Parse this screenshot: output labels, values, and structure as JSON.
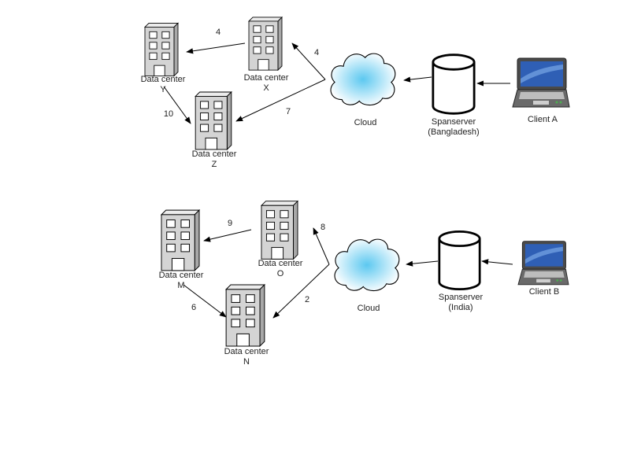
{
  "colors": {
    "building_face": "#d4d4d4",
    "building_side": "#a8a8a8",
    "cloud_center": "#5cc8f0",
    "line": "#000000",
    "laptop_screen": "#2f5fb5"
  },
  "top_group": {
    "client": "Client A",
    "spanserver": {
      "line1": "Spanserver",
      "line2": "(Bangladesh)"
    },
    "cloud": "Cloud",
    "dc_x": {
      "line1": "Data center",
      "line2": "X"
    },
    "dc_y": {
      "line1": "Data center",
      "line2": "Y"
    },
    "dc_z": {
      "line1": "Data center",
      "line2": "Z"
    },
    "edge_xy": "4",
    "edge_cloud_x": "4",
    "edge_cloud_z": "7",
    "edge_yz": "10"
  },
  "bottom_group": {
    "client": "Client B",
    "spanserver": {
      "line1": "Spanserver",
      "line2": "(India)"
    },
    "cloud": "Cloud",
    "dc_o": {
      "line1": "Data center",
      "line2": "O"
    },
    "dc_m": {
      "line1": "Data center",
      "line2": "M"
    },
    "dc_n": {
      "line1": "Data center",
      "line2": "N"
    },
    "edge_om": "9",
    "edge_cloud_o": "8",
    "edge_cloud_n": "2",
    "edge_mn": "6"
  }
}
